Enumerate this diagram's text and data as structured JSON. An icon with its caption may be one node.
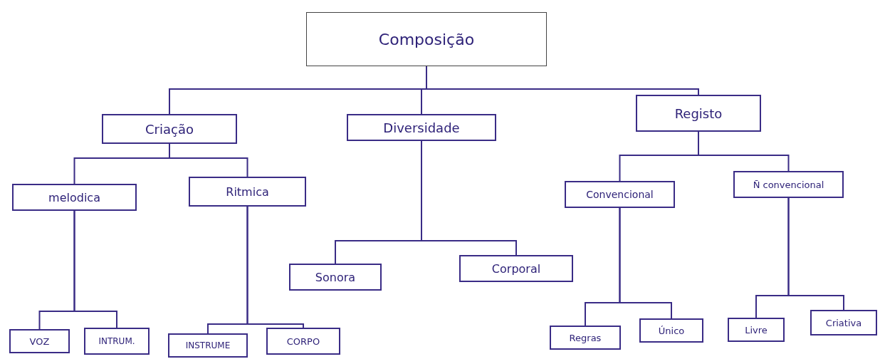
{
  "diagram": {
    "nodes": [
      {
        "text": [
          "Composição"
        ]
      },
      {
        "text": [
          "Criação"
        ]
      },
      {
        "text": [
          "Diversidade"
        ]
      },
      {
        "text": [
          "Registo"
        ]
      },
      {
        "text": [
          "melodica"
        ]
      },
      {
        "text": [
          "Ritmica"
        ]
      },
      {
        "text": [
          "Sonora"
        ]
      },
      {
        "text": [
          "Corporal"
        ]
      },
      {
        "text": [
          "Convencional"
        ]
      },
      {
        "text": [
          "N̄ convencional"
        ]
      },
      {
        "text": [
          "VOZ"
        ]
      },
      {
        "text": [
          "INTRUM."
        ]
      },
      {
        "text": [
          "INSTRUME"
        ]
      },
      {
        "text": [
          "CORPO"
        ]
      },
      {
        "text": [
          "Regras"
        ]
      },
      {
        "text": [
          "Único"
        ]
      },
      {
        "text": [
          "Livre"
        ]
      },
      {
        "text": [
          "Criativa"
        ]
      }
    ],
    "edges": [
      {
        "from": 0,
        "to": 1,
        "arrow": "none"
      },
      {
        "from": 0,
        "to": 2,
        "arrow": "none"
      },
      {
        "from": 0,
        "to": 3,
        "arrow": "none"
      },
      {
        "from": 1,
        "to": 4,
        "arrow": "none"
      },
      {
        "from": 1,
        "to": 5,
        "arrow": "none"
      },
      {
        "from": 2,
        "to": 6,
        "arrow": "none"
      },
      {
        "from": 2,
        "to": 7,
        "arrow": "none"
      },
      {
        "from": 3,
        "to": 8,
        "arrow": "none"
      },
      {
        "from": 3,
        "to": 9,
        "arrow": "none"
      },
      {
        "from": 4,
        "to": 10,
        "arrow": "none"
      },
      {
        "from": 4,
        "to": 11,
        "arrow": "none"
      },
      {
        "from": 5,
        "to": 12,
        "arrow": "none"
      },
      {
        "from": 5,
        "to": 13,
        "arrow": "none"
      },
      {
        "from": 8,
        "to": 14,
        "arrow": "none"
      },
      {
        "from": 8,
        "to": 15,
        "arrow": "none"
      },
      {
        "from": 9,
        "to": 16,
        "arrow": "none"
      },
      {
        "from": 9,
        "to": 17,
        "arrow": "none"
      }
    ]
  }
}
